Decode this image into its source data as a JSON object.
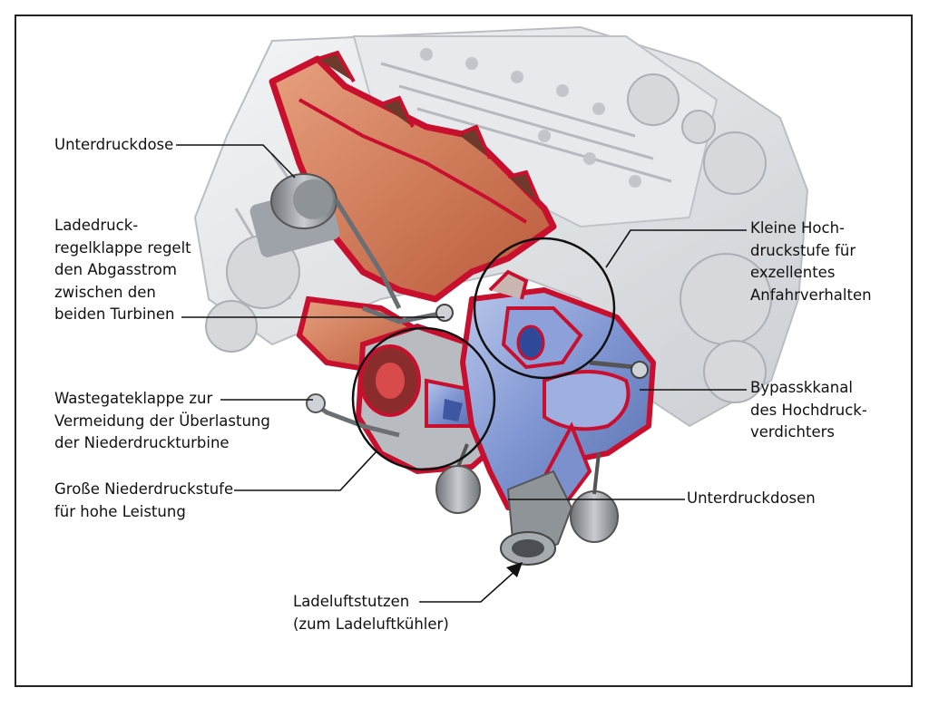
{
  "labels": {
    "unterdruckdose": "Unterdruckdose",
    "ladedruck_regelklappe": "Ladedruck-\nregelklappe regelt\nden Abgasstrom\nzwischen den\nbeiden Turbinen",
    "wastegateklappe": "Wastegateklappe zur\nVermeidung der Überlastung\nder Niederdruckturbine",
    "grosse_niederdruckstufe": "Große Niederdruckstufe\nfür hohe Leistung",
    "kleine_hochdruckstufe": "Kleine Hoch-\ndruckstufe für\nexzellentes\nAnfahrverhalten",
    "bypasskanal": "Bypasskkanal\ndes Hochdruck-\nverdichters",
    "unterdruckdosen": "Unterdruckdosen",
    "ladeluftstutzen": "Ladeluftstutzen\n(zum Ladeluftkühler)"
  },
  "colors": {
    "exhaust_red": "#c8102e",
    "exhaust_fill": "#d9805f",
    "compressor_blue": "#6f86c9",
    "engine_grey": "#c9cdd2",
    "leader_line": "#111111"
  }
}
